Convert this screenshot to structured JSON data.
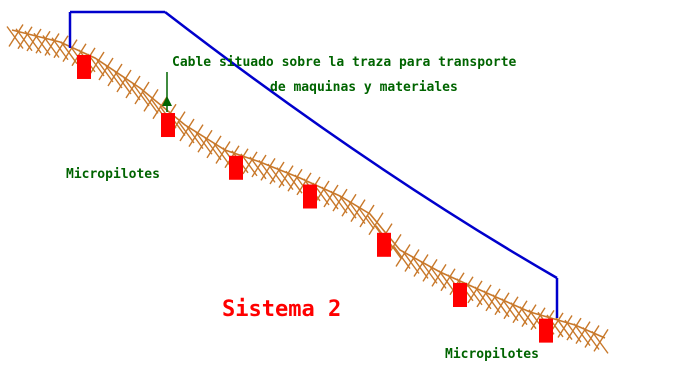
{
  "labels": {
    "cable_line1": "Cable situado sobre la traza para transporte",
    "cable_line2": "de maquinas y materiales",
    "micropilotes_upper": "Micropilotes",
    "micropilotes_lower": "Micropilotes",
    "sistema": "Sistema 2"
  },
  "colors": {
    "terrain": "#c8782a",
    "cable": "#0000cc",
    "micropile": "#ff0000",
    "label_green": "#006400",
    "label_red": "#ff0000"
  },
  "micropile_count": 7
}
